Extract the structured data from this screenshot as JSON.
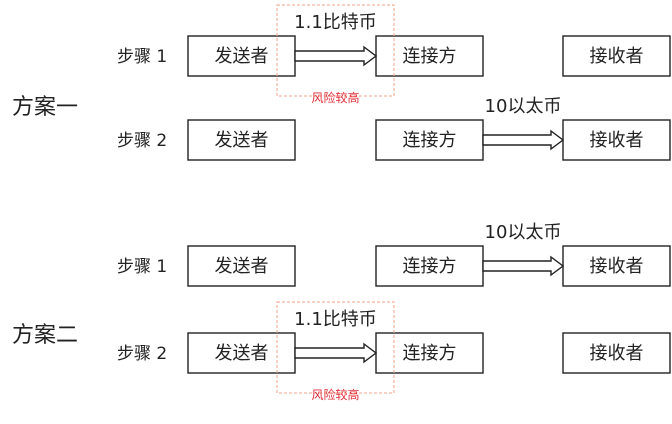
{
  "colors": {
    "box_border": "#222222",
    "risk": "#e0303a",
    "risk_dash": "#f2a38a",
    "arrow_fill": "#ffffff"
  },
  "labels": {
    "sender": "发送者",
    "connector": "连接方",
    "receiver": "接收者",
    "risk": "风险较高"
  },
  "schemes": [
    {
      "title": "方案一",
      "steps": [
        {
          "label": "步骤 1",
          "transfer": {
            "from": "sender",
            "to": "connector",
            "amount": "1.1比特币",
            "risky": true
          }
        },
        {
          "label": "步骤 2",
          "transfer": {
            "from": "connector",
            "to": "receiver",
            "amount": "10以太币",
            "risky": false
          }
        }
      ]
    },
    {
      "title": "方案二",
      "steps": [
        {
          "label": "步骤 1",
          "transfer": {
            "from": "connector",
            "to": "receiver",
            "amount": "10以太币",
            "risky": false
          }
        },
        {
          "label": "步骤 2",
          "transfer": {
            "from": "sender",
            "to": "connector",
            "amount": "1.1比特币",
            "risky": true
          }
        }
      ]
    }
  ]
}
